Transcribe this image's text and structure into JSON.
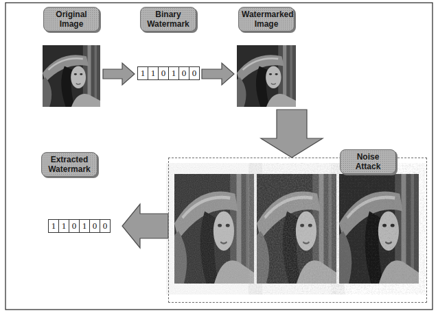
{
  "diagram": {
    "nodes": [
      {
        "text": [
          "Original Image"
        ]
      },
      {
        "text": [
          "Binary Watermark"
        ]
      },
      {
        "text": [
          "Watermarked Image"
        ]
      },
      {
        "text": [
          "Noise Attack"
        ]
      },
      {
        "text": [
          "Extracted Watermark"
        ]
      }
    ],
    "edges": [
      {
        "from": 0,
        "to": 1,
        "arrow": "to"
      },
      {
        "from": 1,
        "to": 2,
        "arrow": "to"
      },
      {
        "from": 2,
        "to": 3,
        "arrow": "to"
      },
      {
        "from": 3,
        "to": 4,
        "arrow": "to"
      }
    ],
    "labels": [
      "1",
      "1",
      "0",
      "1",
      "0",
      "0",
      "1",
      "1",
      "0",
      "1",
      "0",
      "0"
    ]
  }
}
